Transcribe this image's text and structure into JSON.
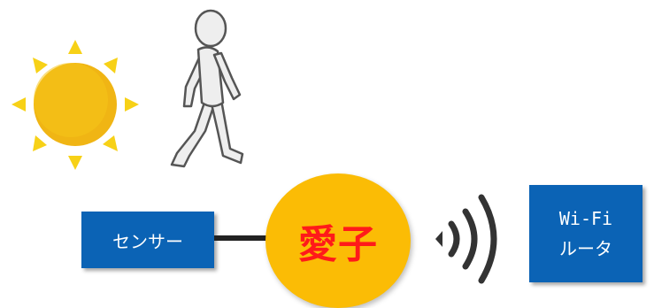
{
  "sensor": {
    "label": "センサー"
  },
  "node": {
    "label": "愛子"
  },
  "router": {
    "line1": "Wi-Fi",
    "line2": "ルータ"
  },
  "icons": {
    "sun": "sun-icon",
    "walker": "walking-person-icon",
    "wireless": "wireless-signal-icon"
  },
  "colors": {
    "box_blue": "#0b63b5",
    "node_orange": "#fbbc05",
    "node_text_red": "#ff1a1a",
    "sun_yellow": "#f5c518",
    "sun_ray": "#f7d117",
    "line": "#222222"
  }
}
